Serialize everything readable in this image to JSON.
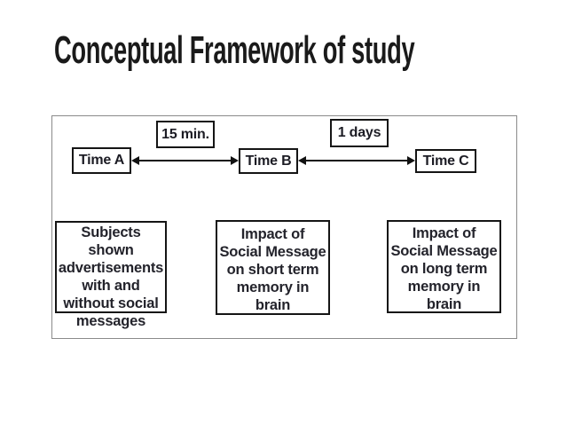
{
  "slide": {
    "title": "Conceptual Framework of study",
    "colors": {
      "background": "#ffffff",
      "title_text": "#1a1a1a",
      "body_text": "#23232b",
      "box_border": "#151515",
      "frame_border": "#8a8a8a",
      "arrow": "#111111"
    },
    "diagram": {
      "interval_boxes": [
        {
          "label": "15 min."
        },
        {
          "label": "1 days"
        }
      ],
      "time_boxes": [
        {
          "label": "Time A"
        },
        {
          "label": "Time B"
        },
        {
          "label": "Time C"
        }
      ],
      "arrows": [
        {
          "name": "time-a-to-time-b",
          "style": "double-headed"
        },
        {
          "name": "time-b-to-time-c",
          "style": "double-headed"
        }
      ],
      "outcome_boxes": [
        {
          "lines": [
            "Subjects shown",
            "advertisements",
            "with and",
            "without social",
            "messages"
          ]
        },
        {
          "lines": [
            "Impact of",
            "Social Message",
            "on short term",
            "memory in",
            "brain"
          ]
        },
        {
          "lines": [
            "Impact of",
            "Social Message",
            "on long term",
            "memory in",
            "brain"
          ]
        }
      ]
    }
  }
}
